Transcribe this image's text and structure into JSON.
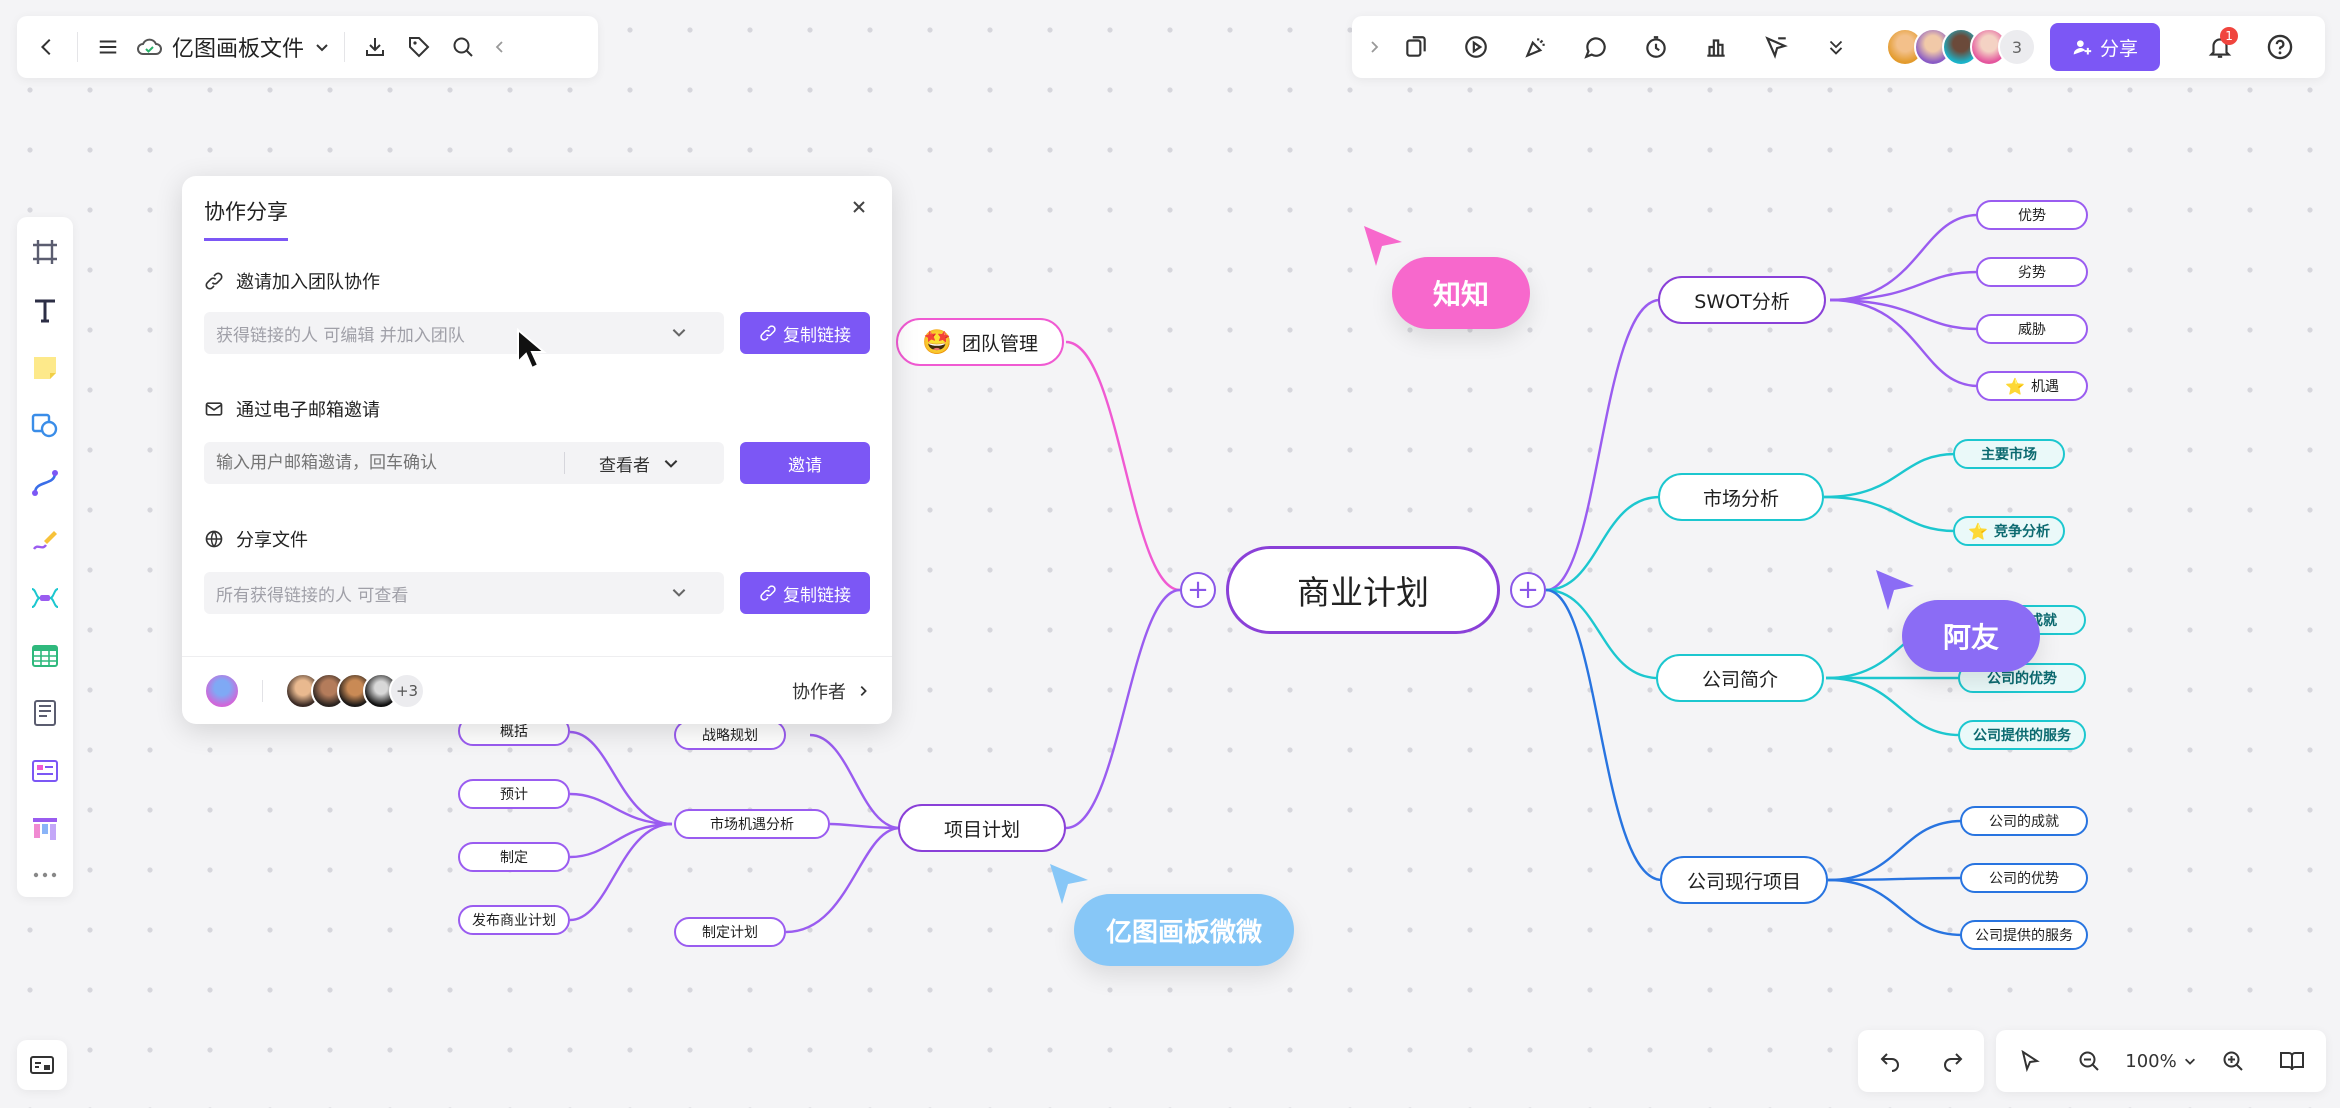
{
  "toolbar": {
    "file_title": "亿图画板文件",
    "collaborator_count": "3",
    "share_label": "分享",
    "notification_count": "1",
    "zoom_level": "100%"
  },
  "share_dialog": {
    "tab_label": "协作分享",
    "invite_team_title": "邀请加入团队协作",
    "invite_team_field": "获得链接的人 可编辑 并加入团队",
    "copy_link_label": "复制链接",
    "email_title": "通过电子邮箱邀请",
    "email_placeholder": "输入用户邮箱邀请，回车确认",
    "role_label": "查看者",
    "invite_label": "邀请",
    "share_file_title": "分享文件",
    "share_file_field": "所有获得链接的人 可查看",
    "extra_collaborators": "+3",
    "collaborators_label": "协作者"
  },
  "mindmap": {
    "center": "商业计划",
    "team_mgmt": "团队管理",
    "project_plan": "项目计划",
    "strategy": "战略规划",
    "opportunity": "市场机遇分析",
    "make_plan": "制定计划",
    "overview": "概括",
    "budget": "预计",
    "formulate": "制定",
    "publish": "发布商业计划",
    "swot": "SWOT分析",
    "strength": "优势",
    "weakness": "劣势",
    "threat": "威胁",
    "opportunity2": "机遇",
    "market": "市场分析",
    "main_market": "主要市场",
    "competition": "竞争分析",
    "company_intro": "公司简介",
    "intro_achievement": "公司的成就",
    "intro_advantage": "公司的优势",
    "intro_services": "公司提供的服务",
    "current_projects": "公司现行项目",
    "proj_achievement": "公司的成就",
    "proj_advantage": "公司的优势",
    "proj_services": "公司提供的服务"
  },
  "cursors": {
    "zhizhi": "知知",
    "ayou": "阿友",
    "weiwei": "亿图画板微微"
  },
  "colors": {
    "accent": "#7c57f5",
    "center_stroke": "#8a40d8",
    "pink": "#f05ad2",
    "purple": "#9a5cf0",
    "teal": "#1cc7cf",
    "blue": "#2874e0",
    "cursor_pink": "#f768cc",
    "cursor_purple": "#8b6cf5",
    "cursor_blue": "#87c7f7"
  }
}
